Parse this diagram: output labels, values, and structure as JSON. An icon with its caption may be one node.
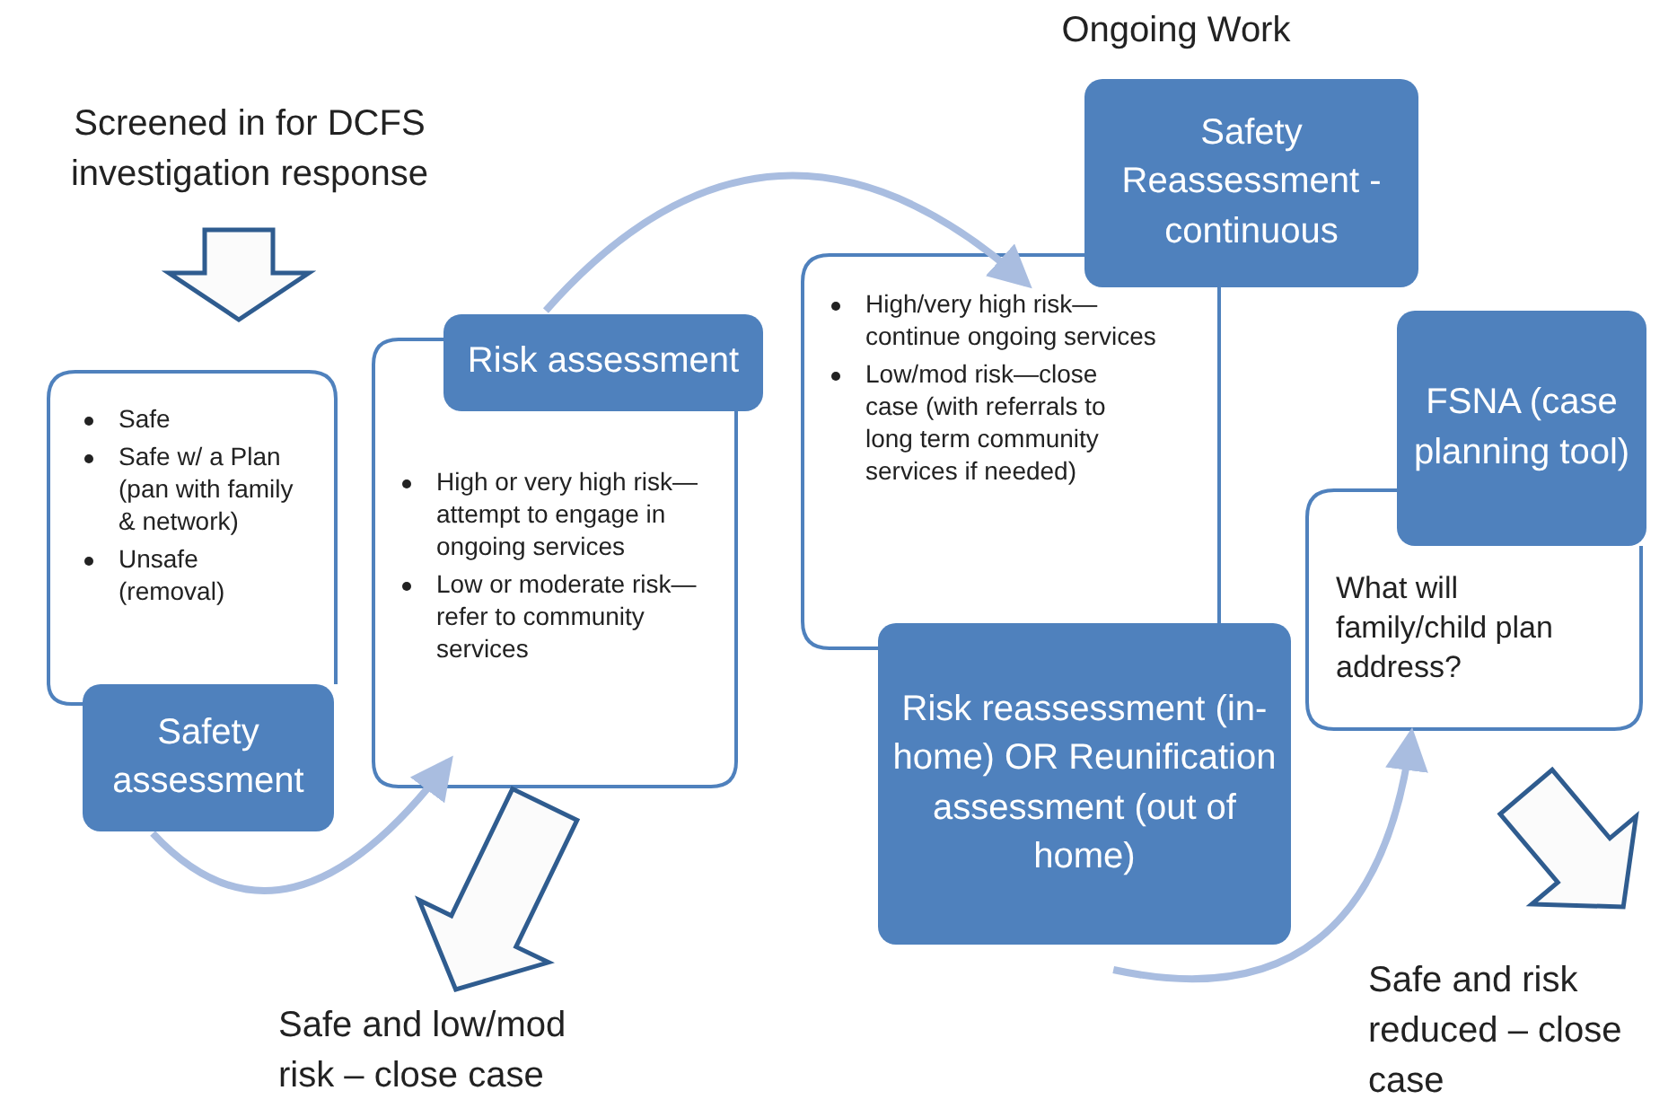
{
  "diagram": {
    "nodes": [
      {
        "text": [
          "Screened in for DCFS investigation response"
        ]
      },
      {
        "text": [
          "Safe",
          "Safe w/ a Plan (pan with family & network)",
          "Unsafe (removal)"
        ]
      },
      {
        "text": [
          "Safety assessment"
        ]
      },
      {
        "text": [
          "High or very high risk—attempt to engage in ongoing services",
          "Low or moderate risk— refer to community services"
        ]
      },
      {
        "text": [
          "Risk assessment"
        ]
      },
      {
        "text": [
          "High/very high risk—continue ongoing services",
          "Low/mod risk—close case (with referrals to long term community services if needed)"
        ]
      },
      {
        "text": [
          "Safety Reassessment - continuous"
        ],
        "beside": [
          "Ongoing Work"
        ]
      },
      {
        "text": [
          "Risk reassessment (in-home) OR Reunification assessment (out of home)"
        ]
      },
      {
        "text": [
          "What will family/child plan address?"
        ]
      },
      {
        "text": [
          "FSNA (case planning tool)"
        ]
      },
      {
        "text": [
          "Safe and low/mod risk – close case"
        ]
      },
      {
        "text": [
          "Safe and risk reduced – close case"
        ]
      }
    ],
    "edges": [
      {
        "from": 0,
        "to": 1,
        "arrow": "to",
        "style": "thick"
      },
      {
        "from": 2,
        "to": 3,
        "arrow": "to"
      },
      {
        "from": 4,
        "to": 5,
        "arrow": "to"
      },
      {
        "from": 3,
        "to": 10,
        "arrow": "to",
        "style": "thick"
      },
      {
        "from": 7,
        "to": 8,
        "arrow": "to"
      },
      {
        "from": 8,
        "to": 11,
        "arrow": "to",
        "style": "thick"
      }
    ]
  }
}
